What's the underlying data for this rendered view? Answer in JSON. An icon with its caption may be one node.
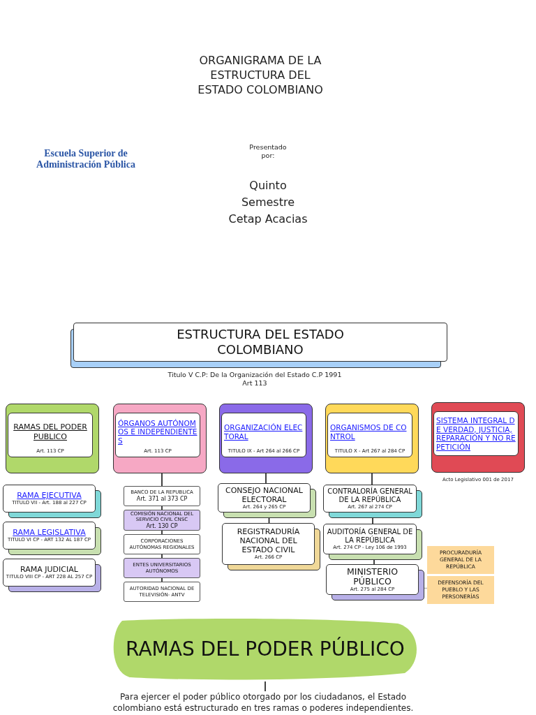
{
  "diagram": {
    "title": "ORGANIGRAMA DE LA ESTRUCTURA DEL ESTADO COLOMBIANO",
    "nodes": [
      {
        "text": [
          "ESTRUCTURA DEL ESTADO COLOMBIANO"
        ],
        "beside": [
          "Titulo V C.P: De la Organización del Estado C.P 1991 Art 113"
        ]
      },
      {
        "text": [
          "RAMAS DEL PODER PUBLICO",
          "Art. 113 CP"
        ]
      },
      {
        "text": [
          "ÓRGANOS AUTÓNOMOS E INDEPENDIENTES",
          "Art. 113 CP"
        ]
      },
      {
        "text": [
          "ORGANIZACIÓN ELECTORAL",
          "TITULO IX - Art 264 al 266 CP"
        ]
      },
      {
        "text": [
          "ORGANISMOS DE CONTROL",
          "TITULO X - Art 267 al 284 CP"
        ]
      },
      {
        "text": [
          "SISTEMA INTEGRAL DE VERDAD, JUSTICIA, REPARACIÓN Y NO REPETICIÓN"
        ],
        "beside": [
          "Acto Legislativo 001 de 2017"
        ]
      },
      {
        "text": [
          "RAMA EJECUTIVA",
          "TITULO VII - Art. 188 al 227 CP"
        ]
      },
      {
        "text": [
          "RAMA LEGISLATIVA",
          "TITULO VI CP - ART 132 AL 187 CP"
        ]
      },
      {
        "text": [
          "RAMA JUDICIAL",
          "TITULO VIII CP - ART 228 AL 257 CP"
        ]
      },
      {
        "text": [
          "BANCO DE LA REPUBLICA",
          "Art. 371 al 373 CP"
        ]
      },
      {
        "text": [
          "COMISIÓN NACIONAL DEL SERVICIO CIVIL CNSC",
          "Art. 130 CP"
        ]
      },
      {
        "text": [
          "CORPORACIONES AUTÓNOMAS REGIONALES"
        ]
      },
      {
        "text": [
          "ENTES UNIVERSITARIOS AUTÓNOMOS"
        ]
      },
      {
        "text": [
          "AUTORIDAD NACIONAL DE TELEVISIÓN- ANTV"
        ]
      },
      {
        "text": [
          "CONSEJO NACIONAL ELECTORAL",
          "Art. 264 y 265 CP"
        ]
      },
      {
        "text": [
          "REGISTRADURÍA NACIONAL DEL ESTADO CIVIL",
          "Art. 266 CP"
        ]
      },
      {
        "text": [
          "CONTRALORÍA GENERAL DE LA REPÚBLICA",
          "Art. 267 al 274 CP"
        ]
      },
      {
        "text": [
          "AUDITORÍA GENERAL DE LA REPÚBLICA",
          "Art. 274 CP - Ley 106 de 1993"
        ]
      },
      {
        "text": [
          "MINISTERIO PÚBLICO",
          "Art. 275 al 284 CP"
        ]
      },
      {
        "text": [
          "PROCURADURÍA GENERAL DE LA REPÚBLICA"
        ]
      },
      {
        "text": [
          "DEFENSORÍA DEL PUEBLO Y LAS PERSONERÍAS"
        ]
      },
      {
        "text": [
          "RAMAS DEL PODER PÚBLICO"
        ]
      },
      {
        "text": [
          "Para ejercer el poder público otorgado por los ciudadanos, el Estado colombiano está estructurado en tres ramas o poderes independientes."
        ]
      }
    ],
    "edges": [
      {
        "from": 2,
        "to": 9,
        "arrow": "none"
      },
      {
        "from": 9,
        "to": 10,
        "arrow": "none"
      },
      {
        "from": 10,
        "to": 11,
        "arrow": "none"
      },
      {
        "from": 11,
        "to": 12,
        "arrow": "none"
      },
      {
        "from": 12,
        "to": 13,
        "arrow": "none"
      },
      {
        "from": 3,
        "to": 14,
        "arrow": "none"
      },
      {
        "from": 14,
        "to": 15,
        "arrow": "none"
      },
      {
        "from": 4,
        "to": 16,
        "arrow": "none"
      },
      {
        "from": 16,
        "to": 17,
        "arrow": "none"
      },
      {
        "from": 17,
        "to": 18,
        "arrow": "none"
      },
      {
        "from": 18,
        "to": 20,
        "arrow": "none",
        "color": "#bbbbbb"
      },
      {
        "from": 21,
        "to": 22,
        "arrow": "none"
      }
    ],
    "labels": [
      "Escuela Superior de Administración Pública",
      "Presentado por:",
      "Quinto Semestre Cetap Acacias"
    ]
  }
}
